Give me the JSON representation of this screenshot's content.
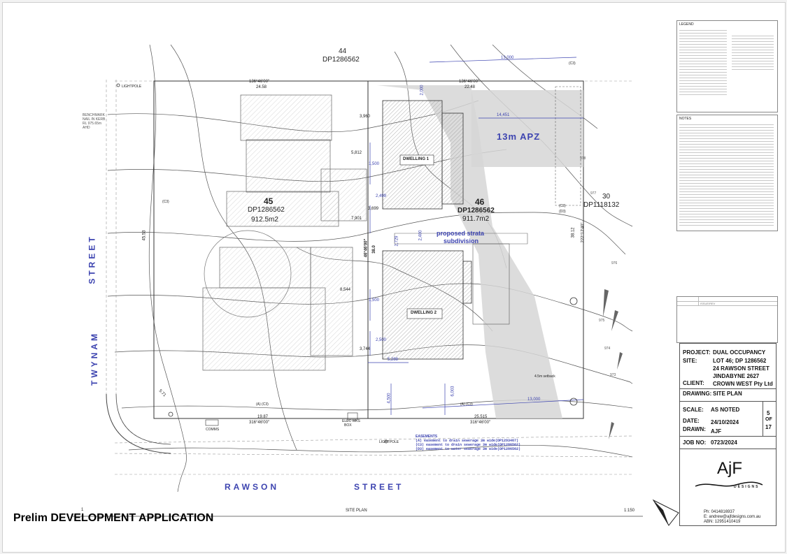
{
  "plan": {
    "lot44": {
      "num": "44",
      "dp": "DP1286562"
    },
    "lot45": {
      "num": "45",
      "dp": "DP1286562",
      "area": "912.5m2"
    },
    "lot46": {
      "num": "46",
      "dp": "DP1286562",
      "area": "911.7m2"
    },
    "lot30": {
      "num": "30",
      "dp": "DP1118132"
    },
    "apz": "13m APZ",
    "strata": [
      "proposed strata",
      "subdivision"
    ],
    "dwelling1": "DWELLING 1",
    "dwelling2": "DWELLING 2",
    "lightpole_top": "LIGHTPOLE",
    "lightpole_bottom": "LIGHTPOLE",
    "benchmark": [
      "BENCHMARK",
      "NAIL IN KERB",
      "RL 975.65m",
      "AHD"
    ],
    "elec": [
      "ELEC WKS",
      "BOX"
    ],
    "comms": "COMMS",
    "setback_label": "4.5m setback",
    "dims": {
      "top_bearing_left": "136°46'00\"",
      "top_len_left": "24.58",
      "top_bearing_right": "136°46'00\"",
      "top_len_right": "22.48",
      "apz_13000": "13,000",
      "apz_14451": "14,451",
      "bottom_13000": "13,000",
      "d3960": "3,960",
      "d5812": "5,812",
      "d2499": "2,499",
      "d3699": "3,699",
      "d7901": "7,901",
      "d8544": "8,544",
      "d3744": "3,744",
      "d5288": "5,288",
      "d2500": "2,500",
      "d1500a": "1,500",
      "d1500b": "1,500",
      "d2000": "2,000",
      "d2400": "2,400",
      "d2729": "2,729",
      "d4500": "4,500",
      "d6003": "6,003",
      "mid_bearing": "46°46'00\"",
      "mid_len": "38.0",
      "right_len": "38.12",
      "right_bearing": "222°12'40\"",
      "left_len": "45.53",
      "corner": "5.71",
      "bottom_left_len": "19.87",
      "bottom_left_bearing": "316°46'00\"",
      "bottom_right_len": "25.515",
      "bottom_right_bearing": "316°46'00\""
    },
    "easement_codes": [
      "(C3)",
      "(C3)",
      "(D3)",
      "(A) (C3)",
      "(A) (C3)",
      "(C3)"
    ],
    "easements": {
      "title": "EASEMENTS",
      "lines": [
        "(A)    easement to drain sewerage 3m wide(DP1293467)",
        "(C3)   easement to drain sewerage 3m wide(DP1286562)",
        "(D3)   easement to water sewerage 3m wide(DP1286562)"
      ]
    },
    "streets": {
      "twynam_a": "STREET",
      "twynam_b": "TWYNAM",
      "rawson_a": "RAWSON",
      "rawson_b": "STREET"
    },
    "contours": [
      "978",
      "977",
      "976",
      "975",
      "974",
      "973"
    ],
    "footer_label": "SITE PLAN",
    "footer_num": "1",
    "scale": "1:150"
  },
  "legend": {
    "title": "LEGEND"
  },
  "notes": {
    "title": "NOTES"
  },
  "revision": {
    "label": "ISSUE/REV"
  },
  "titleblock": {
    "project_label": "PROJECT:",
    "project": "DUAL OCCUPANCY",
    "site_label": "SITE:",
    "site1": "LOT 46; DP 1286562",
    "site2": "24 RAWSON STREET",
    "site3": "JINDABYNE  2627",
    "client_label": "CLIENT:",
    "client": "CROWN WEST Pty Ltd",
    "drawing_label": "DRAWING:",
    "drawing": "SITE PLAN",
    "scale_label": "SCALE:",
    "scale": "AS NOTED",
    "date_label": "DATE:",
    "date": "24/10/2024",
    "drawn_label": "DRAWN:",
    "drawn": "AJF",
    "sheet": "5",
    "of": "OF",
    "total": "17",
    "job_label": "JOB NO:",
    "job": "0723/2024",
    "logo": "AjF",
    "logo_sub": "DESIGNS",
    "ph": "Ph: 0414816937",
    "email": "E: andrew@ajfdesigns.com.au",
    "abn": "ABN: 12951410419"
  },
  "bottom_title": "Prelim DEVELOPMENT APPLICATION"
}
